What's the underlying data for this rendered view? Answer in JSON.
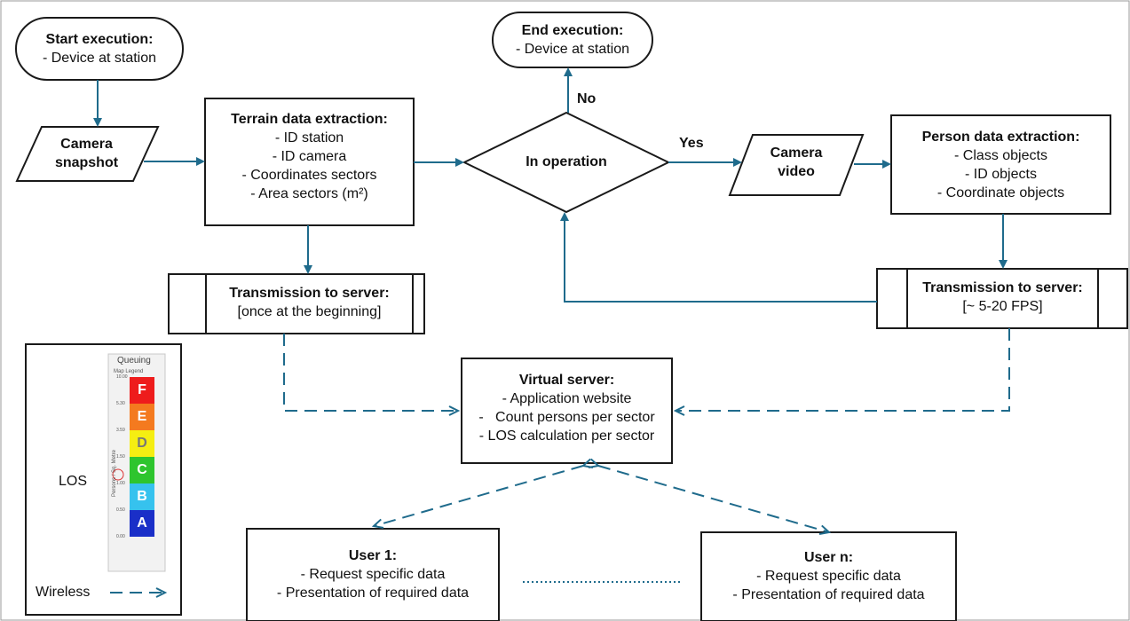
{
  "start": {
    "title": "Start execution:",
    "lines": [
      "- Device at station"
    ]
  },
  "end": {
    "title": "End execution:",
    "lines": [
      "- Device at station"
    ]
  },
  "camera_snapshot": {
    "lines": [
      "Camera",
      "snapshot"
    ]
  },
  "terrain": {
    "title": "Terrain data extraction:",
    "lines": [
      "- ID station",
      "- ID camera",
      "- Coordinates sectors",
      "- Area sectors (m²)"
    ]
  },
  "decision": {
    "label": "In operation",
    "yes": "Yes",
    "no": "No"
  },
  "camera_video": {
    "lines": [
      "Camera",
      "video"
    ]
  },
  "person": {
    "title": "Person data extraction:",
    "lines": [
      "- Class objects",
      "- ID objects",
      "- Coordinate objects"
    ]
  },
  "tx_left": {
    "title": "Transmission to server:",
    "lines": [
      "[once at the beginning]"
    ]
  },
  "tx_right": {
    "title": "Transmission to server:",
    "lines": [
      "[~ 5-20 FPS]"
    ]
  },
  "server": {
    "title": "Virtual server:",
    "lines": [
      "- Application website",
      "-   Count persons per sector",
      "- LOS calculation per sector"
    ]
  },
  "user1": {
    "title": "User 1:",
    "lines": [
      "- Request specific data",
      "- Presentation of required data"
    ]
  },
  "usern": {
    "title": "User n:",
    "lines": [
      "- Request specific data",
      "- Presentation of required data"
    ]
  },
  "legend": {
    "los_label": "LOS",
    "wireless_label": "Wireless",
    "scale_title": "Queuing",
    "scale_subtitle": "Map Legend",
    "axis_label": "Persons / Sq. Metre",
    "ticks": [
      "10.00",
      "5.30",
      "3.59",
      "1.50",
      "1.00",
      "0.50",
      "0.00"
    ],
    "grades": [
      {
        "letter": "F",
        "color": "#ee1c1c"
      },
      {
        "letter": "E",
        "color": "#f47a1f"
      },
      {
        "letter": "D",
        "color": "#f5ee12"
      },
      {
        "letter": "C",
        "color": "#2ec52e"
      },
      {
        "letter": "B",
        "color": "#36c2ee"
      },
      {
        "letter": "A",
        "color": "#1a2fc8"
      }
    ]
  },
  "colors": {
    "connector": "#1f6b8c",
    "stroke": "#1a1a1a"
  }
}
